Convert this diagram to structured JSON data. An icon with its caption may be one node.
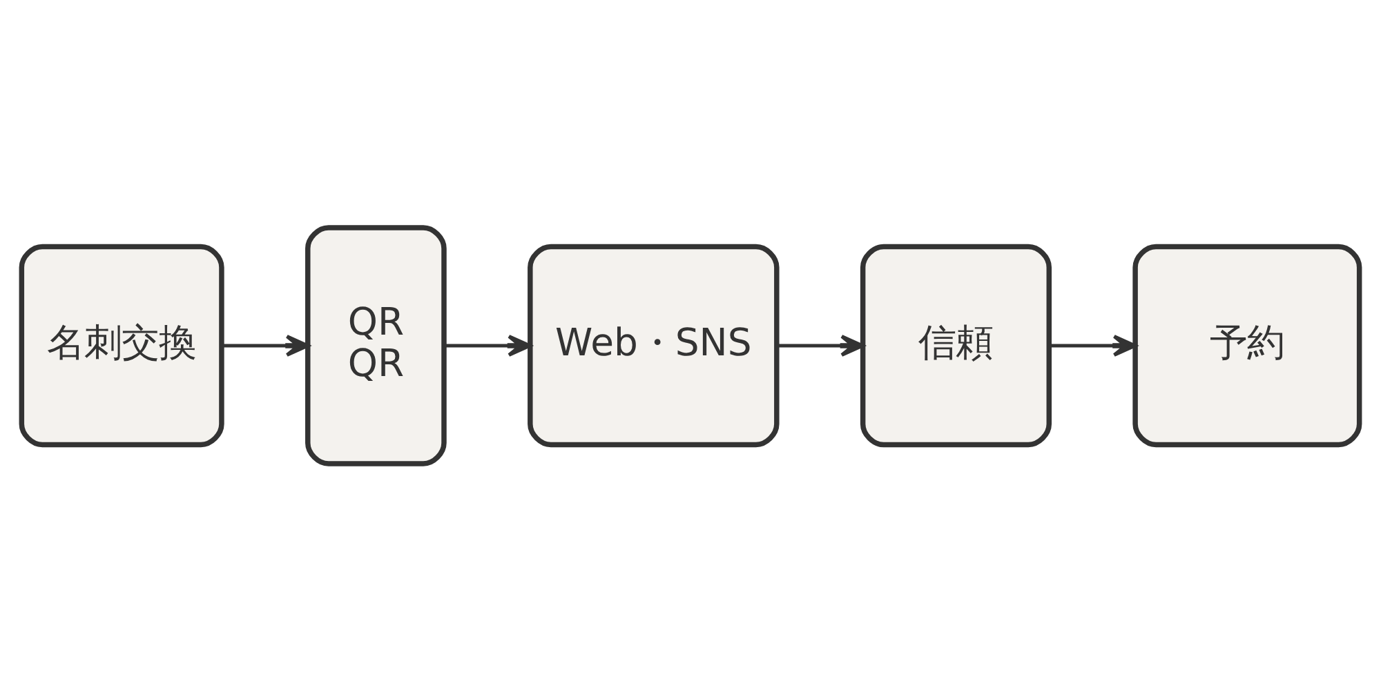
{
  "diagram": {
    "nodes": [
      {
        "text": [
          "名刺交換"
        ]
      },
      {
        "text": [
          "QR",
          "QR"
        ]
      },
      {
        "text": [
          "Web・SNS"
        ]
      },
      {
        "text": [
          "信頼"
        ]
      },
      {
        "text": [
          "予約"
        ]
      }
    ],
    "edges": [
      {
        "from": 0,
        "to": 1,
        "arrow": "to"
      },
      {
        "from": 1,
        "to": 2,
        "arrow": "to"
      },
      {
        "from": 2,
        "to": 3,
        "arrow": "to"
      },
      {
        "from": 3,
        "to": 4,
        "arrow": "to"
      }
    ]
  }
}
